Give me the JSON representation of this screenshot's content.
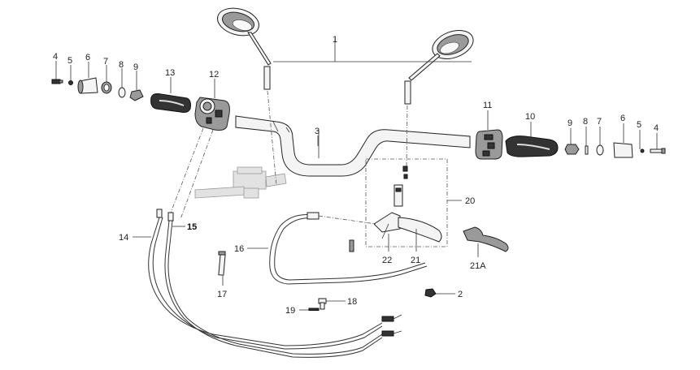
{
  "diagram": {
    "callouts": [
      {
        "id": "c1",
        "text": "1"
      },
      {
        "id": "c2",
        "text": "2"
      },
      {
        "id": "c3",
        "text": "3"
      },
      {
        "id": "c4l",
        "text": "4"
      },
      {
        "id": "c5l",
        "text": "5"
      },
      {
        "id": "c6l",
        "text": "6"
      },
      {
        "id": "c7l",
        "text": "7"
      },
      {
        "id": "c8l",
        "text": "8"
      },
      {
        "id": "c9l",
        "text": "9"
      },
      {
        "id": "c13",
        "text": "13"
      },
      {
        "id": "c12",
        "text": "12"
      },
      {
        "id": "c11",
        "text": "11"
      },
      {
        "id": "c10",
        "text": "10"
      },
      {
        "id": "c9r",
        "text": "9"
      },
      {
        "id": "c8r",
        "text": "8"
      },
      {
        "id": "c7r",
        "text": "7"
      },
      {
        "id": "c6r",
        "text": "6"
      },
      {
        "id": "c5r",
        "text": "5"
      },
      {
        "id": "c4r",
        "text": "4"
      },
      {
        "id": "c20",
        "text": "20"
      },
      {
        "id": "c14",
        "text": "14"
      },
      {
        "id": "c15",
        "text": "15"
      },
      {
        "id": "c16",
        "text": "16"
      },
      {
        "id": "c17",
        "text": "17"
      },
      {
        "id": "c18",
        "text": "18"
      },
      {
        "id": "c19",
        "text": "19"
      },
      {
        "id": "c21",
        "text": "21"
      },
      {
        "id": "c22",
        "text": "22"
      },
      {
        "id": "c21a",
        "text": "21A"
      }
    ]
  }
}
